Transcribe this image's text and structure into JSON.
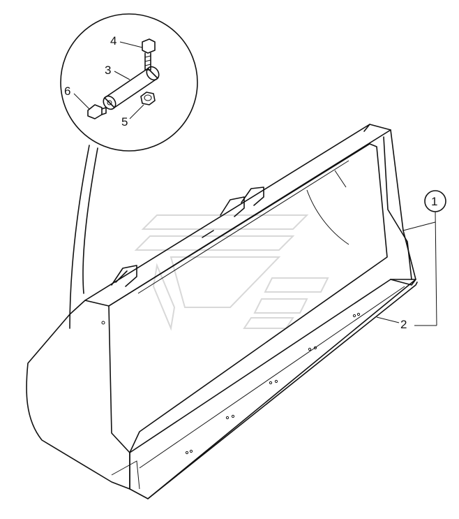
{
  "diagram": {
    "callouts": {
      "c1": "1",
      "c2": "2",
      "c3": "3",
      "c4": "4",
      "c5": "5",
      "c6": "6"
    },
    "colors": {
      "line": "#111111",
      "watermark": "#d8d8d8",
      "background": "#ffffff"
    }
  }
}
